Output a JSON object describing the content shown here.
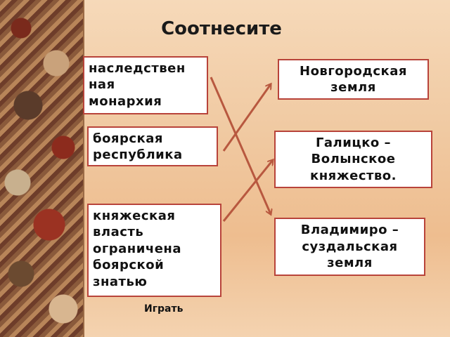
{
  "title": "Соотнесите",
  "left_items": [
    "наследствен\nная\nмонархия",
    "боярская\nреспублика",
    "княжеская\nвласть\nограничена\nбоярской\nзнатью"
  ],
  "right_items": [
    "Новгородская\nземля",
    "Галицко –\nВолынское\nкняжество.",
    "Владимиро –\nсуздальская\nземля"
  ],
  "play_label": "Играть",
  "colors": {
    "border": "#b8433a",
    "arrow": "#b8583f"
  }
}
